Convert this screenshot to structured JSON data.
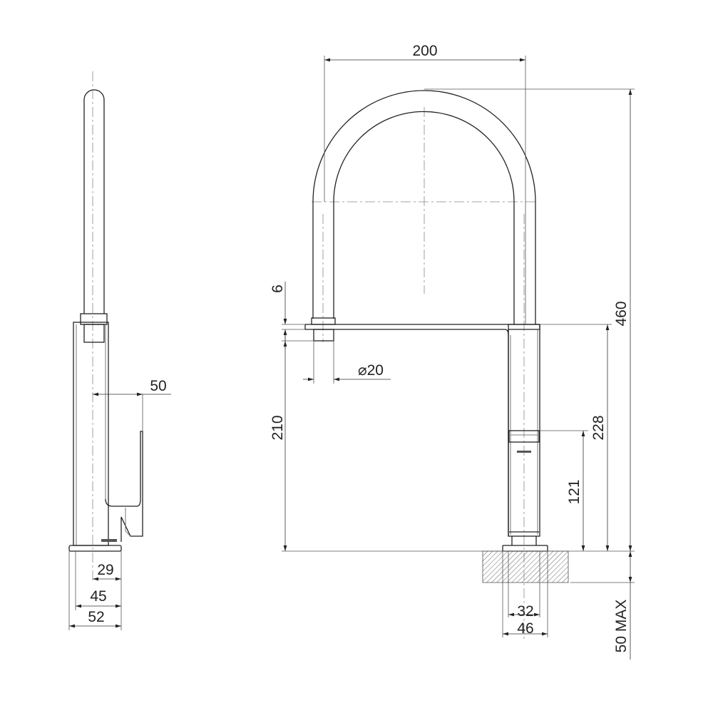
{
  "side_view": {
    "dimensions": {
      "handle_reach": "50",
      "base_offset": "29",
      "body_width": "45",
      "base_width": "52"
    }
  },
  "front_view": {
    "dimensions": {
      "spout_width": "200",
      "overall_height": "460",
      "spout_thickness": "6",
      "nozzle_diameter": "⌀20",
      "outlet_height": "210",
      "collar_height": "228",
      "band_height": "121",
      "deck_thickness": "50 MAX",
      "hole_min": "32",
      "flange_width": "46"
    }
  },
  "colors": {
    "line": "#222222",
    "background": "#ffffff"
  }
}
